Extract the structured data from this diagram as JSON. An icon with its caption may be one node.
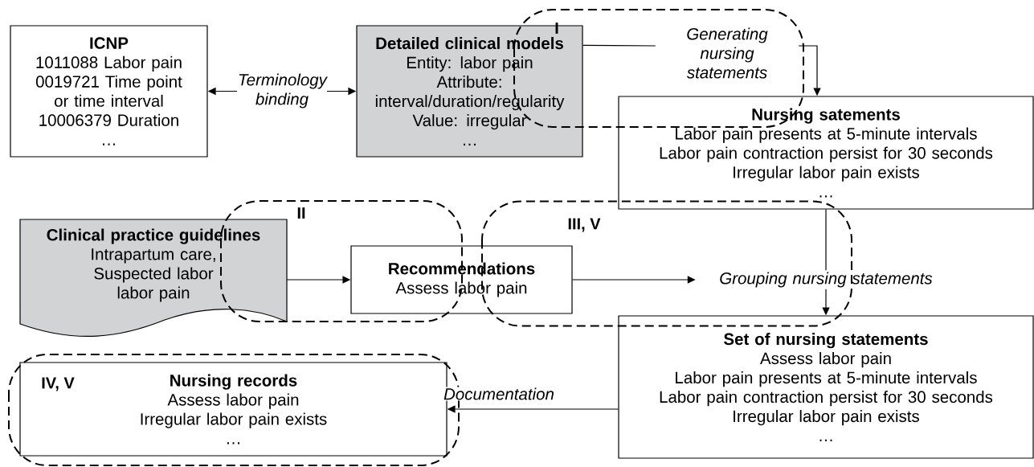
{
  "diagram": {
    "nodes": [
      {
        "text": [
          "ICNP",
          "1011088 Labor pain",
          "0019721 Time point or time interval",
          "10006379 Duration",
          "…"
        ]
      },
      {
        "text": [
          "Detailed clinical models",
          "Entity: labor pain",
          "Attribute: interval/duration/regularity",
          "Value: irregular",
          "…"
        ]
      },
      {
        "text": [
          "Generating nursing statements"
        ]
      },
      {
        "text": [
          "Nursing satements",
          "Labor pain presents at 5-minute intervals",
          "Labor pain contraction persist for 30 seconds",
          "Irregular labor pain exists",
          "…"
        ]
      },
      {
        "text": [
          "Clinical practice guidelines",
          "Intrapartum care,",
          "Suspected labor",
          "labor pain"
        ]
      },
      {
        "text": [
          "Recommendations",
          "Assess labor pain"
        ]
      },
      {
        "text": [
          "Grouping nursing statements"
        ]
      },
      {
        "text": [
          "Set of nursing statements",
          "Assess labor pain",
          "Labor pain presents at 5-minute intervals",
          "Labor pain contraction persist for 30 seconds",
          "Irregular labor pain exists",
          "…"
        ]
      },
      {
        "text": [
          "Nursing records",
          "Assess labor pain",
          "Irregular labor pain exists",
          "…"
        ]
      }
    ],
    "labels": [
      "I",
      "II",
      "III, V",
      "IV, V"
    ],
    "edges": [
      {
        "from": 0,
        "to": 1,
        "arrow": "both",
        "label": "Terminology binding"
      },
      {
        "from": 1,
        "to": 2,
        "arrow": "none"
      },
      {
        "from": 2,
        "to": 3,
        "arrow": "to"
      },
      {
        "from": 4,
        "to": 5,
        "arrow": "to"
      },
      {
        "from": 5,
        "to": 6,
        "arrow": "to"
      },
      {
        "from": 3,
        "to": 6,
        "arrow": "none"
      },
      {
        "from": 6,
        "to": 7,
        "arrow": "to"
      },
      {
        "from": 7,
        "to": 8,
        "arrow": "to",
        "label": "Documentation"
      }
    ]
  }
}
